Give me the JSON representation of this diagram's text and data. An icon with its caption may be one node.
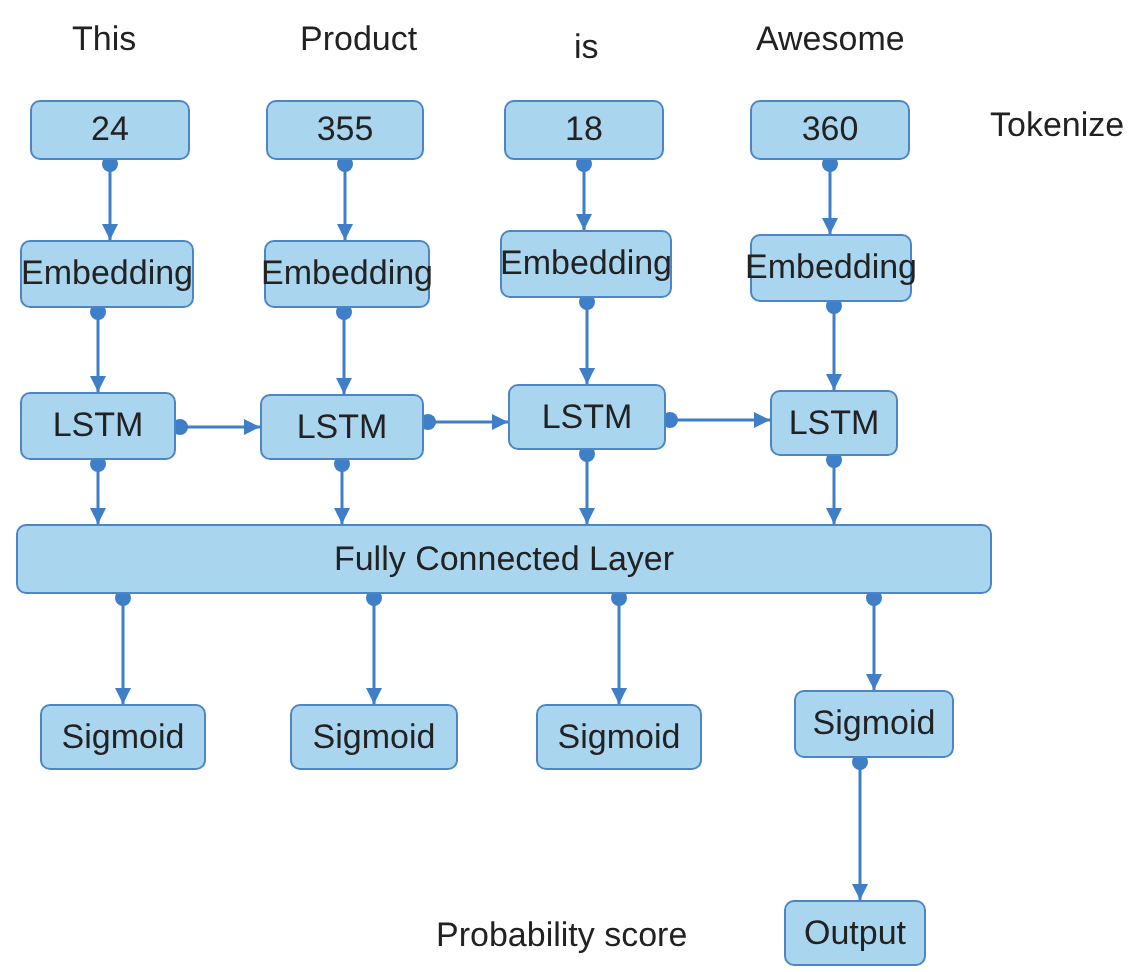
{
  "diagram": {
    "nodes": [
      {
        "text": [
          "24"
        ]
      },
      {
        "text": [
          "355"
        ]
      },
      {
        "text": [
          "18"
        ]
      },
      {
        "text": [
          "360"
        ]
      },
      {
        "text": [
          "Embedding"
        ]
      },
      {
        "text": [
          "Embedding"
        ]
      },
      {
        "text": [
          "Embedding"
        ]
      },
      {
        "text": [
          "Embedding"
        ]
      },
      {
        "text": [
          "LSTM"
        ]
      },
      {
        "text": [
          "LSTM"
        ]
      },
      {
        "text": [
          "LSTM"
        ]
      },
      {
        "text": [
          "LSTM"
        ]
      },
      {
        "text": [
          "Fully Connected Layer"
        ]
      },
      {
        "text": [
          "Sigmoid"
        ]
      },
      {
        "text": [
          "Sigmoid"
        ]
      },
      {
        "text": [
          "Sigmoid"
        ]
      },
      {
        "text": [
          "Sigmoid"
        ]
      },
      {
        "text": [
          "Output"
        ]
      }
    ],
    "edges": [
      {
        "from": 0,
        "to": 4,
        "arrow": "to"
      },
      {
        "from": 1,
        "to": 5,
        "arrow": "to"
      },
      {
        "from": 2,
        "to": 6,
        "arrow": "to"
      },
      {
        "from": 3,
        "to": 7,
        "arrow": "to"
      },
      {
        "from": 4,
        "to": 8,
        "arrow": "to"
      },
      {
        "from": 5,
        "to": 9,
        "arrow": "to"
      },
      {
        "from": 6,
        "to": 10,
        "arrow": "to"
      },
      {
        "from": 7,
        "to": 11,
        "arrow": "to"
      },
      {
        "from": 8,
        "to": 9,
        "arrow": "to"
      },
      {
        "from": 9,
        "to": 10,
        "arrow": "to"
      },
      {
        "from": 10,
        "to": 11,
        "arrow": "to"
      },
      {
        "from": 8,
        "to": 12,
        "arrow": "to"
      },
      {
        "from": 9,
        "to": 12,
        "arrow": "to"
      },
      {
        "from": 10,
        "to": 12,
        "arrow": "to"
      },
      {
        "from": 11,
        "to": 12,
        "arrow": "to"
      },
      {
        "from": 12,
        "to": 13,
        "arrow": "to"
      },
      {
        "from": 12,
        "to": 14,
        "arrow": "to"
      },
      {
        "from": 12,
        "to": 15,
        "arrow": "to"
      },
      {
        "from": 12,
        "to": 16,
        "arrow": "to"
      },
      {
        "from": 16,
        "to": 17,
        "arrow": "to"
      }
    ],
    "labels": [
      "This",
      "Product",
      "is",
      "Awesome",
      "Tokenize",
      "Probability score"
    ]
  }
}
